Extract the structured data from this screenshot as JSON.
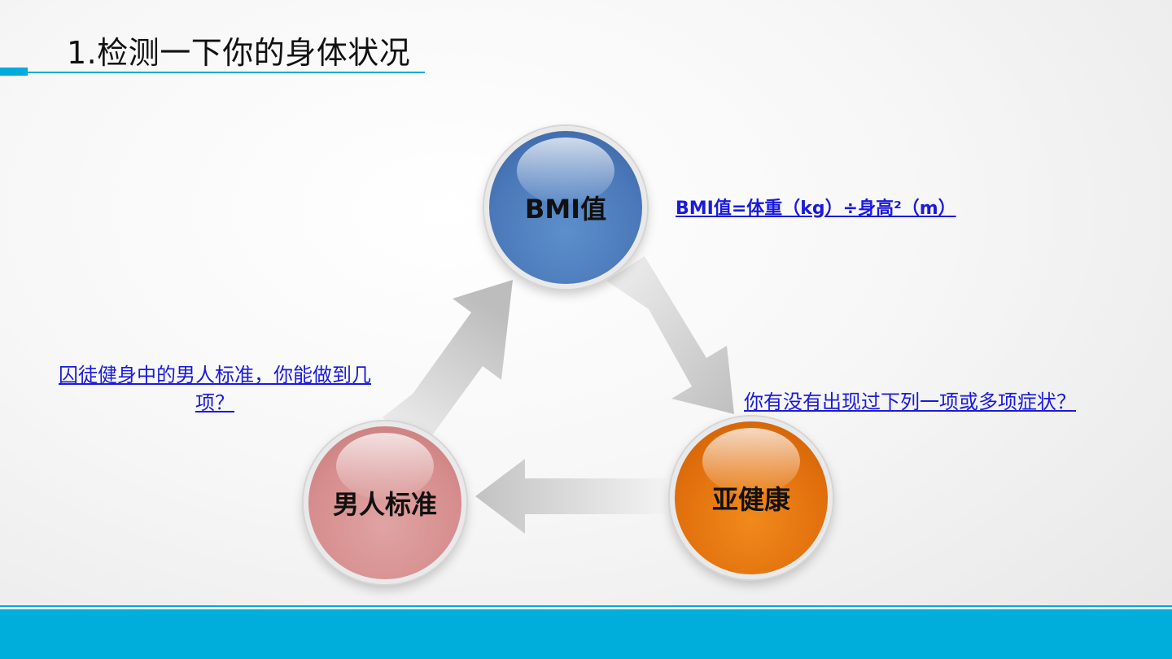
{
  "slide": {
    "title": "1.检测一下你的身体状况"
  },
  "circles": {
    "bmi": "BMI值",
    "man_standard": "男人标准",
    "sub_health": "亚健康"
  },
  "notes": {
    "bmi_formula": "BMI值=体重（kg）÷身高²（m）",
    "man_question": "囚徒健身中的男人标准，你能做到几项？",
    "sub_health_question": "你有没有出现过下列一项或多项症状？"
  },
  "colors": {
    "accent": "#00aadc",
    "bmi_circle": "#4a78b8",
    "man_circle": "#d68d8d",
    "sub_health_circle": "#e16f0c",
    "note_text": "#1a1adc",
    "arrow": "#c8c8c8"
  }
}
